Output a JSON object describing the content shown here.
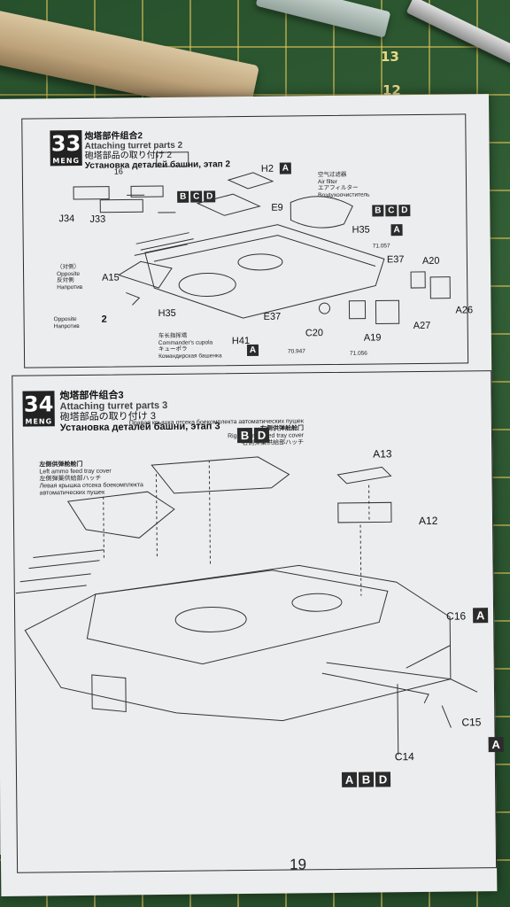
{
  "scene": {
    "ruler_numbers": [
      "13",
      "12"
    ],
    "page_number": "19",
    "colors": {
      "mat": "#2f5a32",
      "grid": "#e6c85a",
      "paper": "#ecedee"
    }
  },
  "step33": {
    "number": "33",
    "brand": "MENG",
    "title_cn": "炮塔部件组合2",
    "title_en": "Attaching turret parts 2",
    "title_jp": "砲塔部品の取り付け 2",
    "title_ru": "Установка деталей башни, этап 2",
    "count_marker": "16",
    "labels": {
      "j34": "J34",
      "j33": "J33",
      "a15": "A15",
      "h35": "H35",
      "h41": "H41",
      "h2": "H2",
      "e9": "E9",
      "h35b": "H35",
      "e37a": "E37",
      "e37b": "E37",
      "a20": "A20",
      "a26": "A26",
      "a27": "A27",
      "a19": "A19",
      "c20": "C20"
    },
    "air_filter_cn": "空气过滤器",
    "air_filter_en": "Air filter",
    "air_filter_jp": "エアフィルター",
    "air_filter_ru": "Воздухоочиститель",
    "opposite_cn": "（对侧）",
    "opposite_en": "Opposite",
    "opposite_jp": "反対側",
    "opposite_ru": "Напротив",
    "opposite2_en": "Opposite",
    "opposite2_ru": "Напротив",
    "opposite2_count": "2",
    "cupola_cn": "车长指挥塔",
    "cupola_en": "Commander's cupola",
    "cupola_jp": "キューポラ",
    "cupola_ru": "Командирская башенка",
    "paint_codes": [
      "71.057",
      "70.947",
      "71.056"
    ],
    "codes_top": [
      "B",
      "C",
      "D"
    ],
    "codes_right": [
      "B",
      "C",
      "D"
    ],
    "code_h2": [
      "A"
    ],
    "code_h35": [
      "A"
    ],
    "code_h41": [
      "A"
    ]
  },
  "step34": {
    "number": "34",
    "brand": "MENG",
    "title_cn": "炮塔部件组合3",
    "title_en": "Attaching turret parts 3",
    "title_jp": "砲塔部品の取り付け 3",
    "title_ru": "Установка деталей башни, этап 3",
    "right_cover_ru": "Правая крышка отсека боекомплекта автоматических пушек",
    "right_cover_cn": "右侧供弹舱舱门",
    "right_cover_en": "Right ammo feed tray cover",
    "right_cover_jp": "右側弾薬供給部ハッチ",
    "left_cover_cn": "左侧供弹舱舱门",
    "left_cover_en": "Left ammo feed tray cover",
    "left_cover_jp": "左側弾薬供給部ハッチ",
    "left_cover_ru1": "Левая крышка отсека боекомплекта",
    "left_cover_ru2": "автоматических пушек",
    "labels": {
      "a13": "A13",
      "a12": "A12",
      "c16": "C16",
      "c15": "C15",
      "c14": "C14"
    },
    "codes_cover": [
      "B",
      "D"
    ],
    "codes_c16": [
      "A"
    ],
    "codes_c15": [
      "A"
    ],
    "codes_bottom": [
      "A",
      "B",
      "D"
    ]
  }
}
